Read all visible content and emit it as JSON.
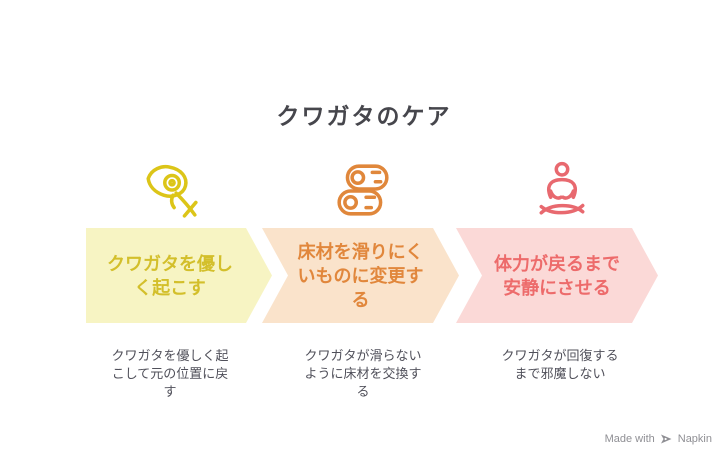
{
  "title": "クワガタのケア",
  "steps": [
    {
      "label": "クワガタを優し\nく起こす",
      "description": "クワガタを優しく起\nこして元の位置に戻\nす",
      "icon": "feather-icon",
      "fill": "#F7F4C3",
      "text_color": "#D3BF2B",
      "icon_color": "#DCC518"
    },
    {
      "label": "床材を滑りにく\nいものに変更す\nる",
      "description": "クワガタが滑らない\nように床材を交換す\nる",
      "icon": "logs-icon",
      "fill": "#FAE3CB",
      "text_color": "#E1873C",
      "icon_color": "#E0873B"
    },
    {
      "label": "体力が戻るまで\n安静にさせる",
      "description": "クワガタが回復する\nまで邪魔しない",
      "icon": "meditation-icon",
      "fill": "#FBD9D7",
      "text_color": "#ED6B6B",
      "icon_color": "#E8696F"
    }
  ],
  "footer": {
    "made_with": "Made with",
    "brand": "Napkin"
  }
}
